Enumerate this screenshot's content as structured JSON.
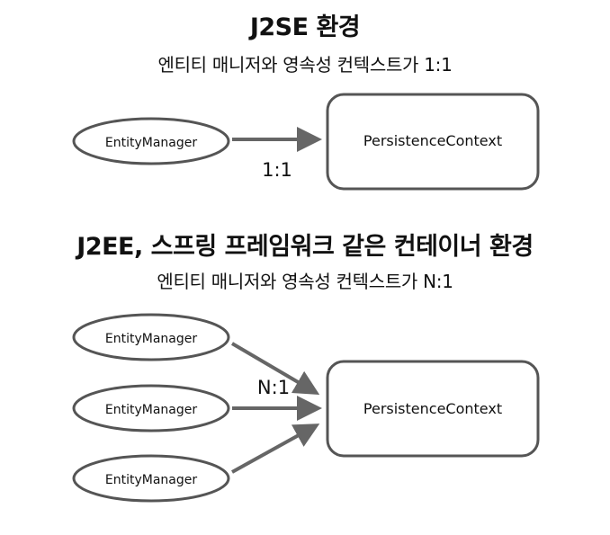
{
  "section1": {
    "title": "J2SE 환경",
    "subtitle": "엔티티 매니저와 영속성 컨텍스트가 1:1",
    "entity_manager_label": "EntityManager",
    "context_label": "PersistenceContext",
    "relation_label": "1:1"
  },
  "section2": {
    "title": "J2EE, 스프링 프레임워크 같은 컨테이너 환경",
    "subtitle": "엔티티 매니저와 영속성 컨텍스트가 N:1",
    "entity_managers": [
      "EntityManager",
      "EntityManager",
      "EntityManager"
    ],
    "context_label": "PersistenceContext",
    "relation_label": "N:1"
  },
  "colors": {
    "stroke": "#555555",
    "text": "#111111",
    "arrow": "#666666"
  }
}
